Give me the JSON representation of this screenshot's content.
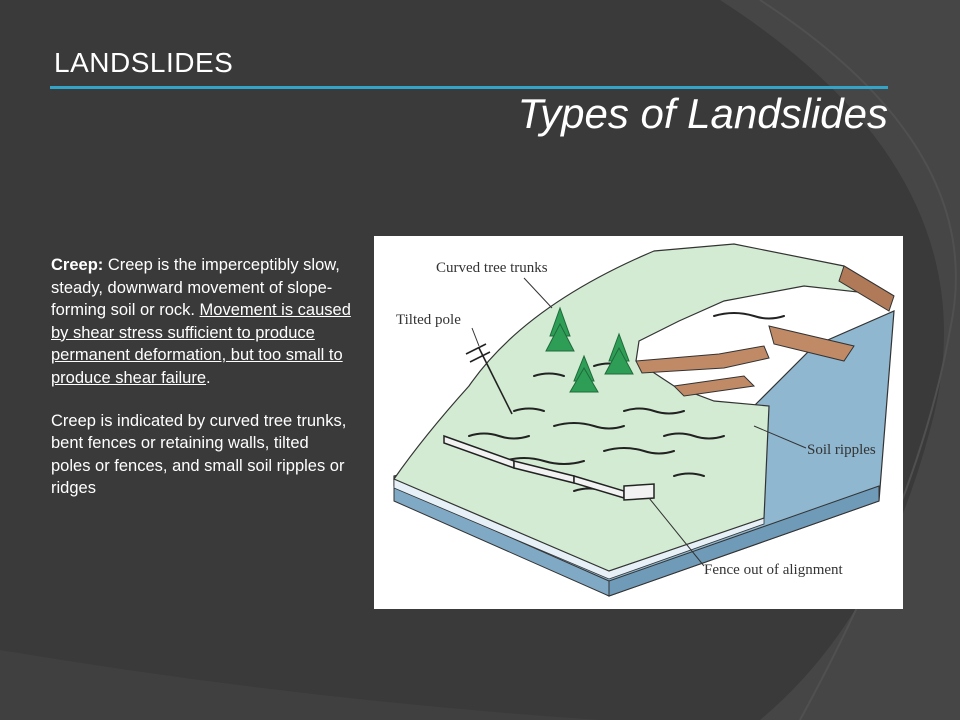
{
  "slide": {
    "section_title": "LANDSLIDES",
    "title": "Types of Landslides",
    "accent_color": "#31a4c8"
  },
  "body": {
    "p1_term": "Creep:",
    "p1_text": " Creep is the imperceptibly slow, steady, downward movement of slope-forming soil or rock. ",
    "p1_underlined": "Movement is caused by shear stress sufficient to produce permanent deformation, but too small to produce shear failure",
    "p1_end": ".",
    "p2": "Creep is indicated by curved tree trunks, bent fences or retaining walls, tilted poles or fences, and small soil ripples or ridges"
  },
  "diagram": {
    "labels": {
      "curved_trees": "Curved tree trunks",
      "tilted_pole": "Tilted pole",
      "soil_ripples": "Soil ripples",
      "fence": "Fence out of alignment"
    }
  }
}
